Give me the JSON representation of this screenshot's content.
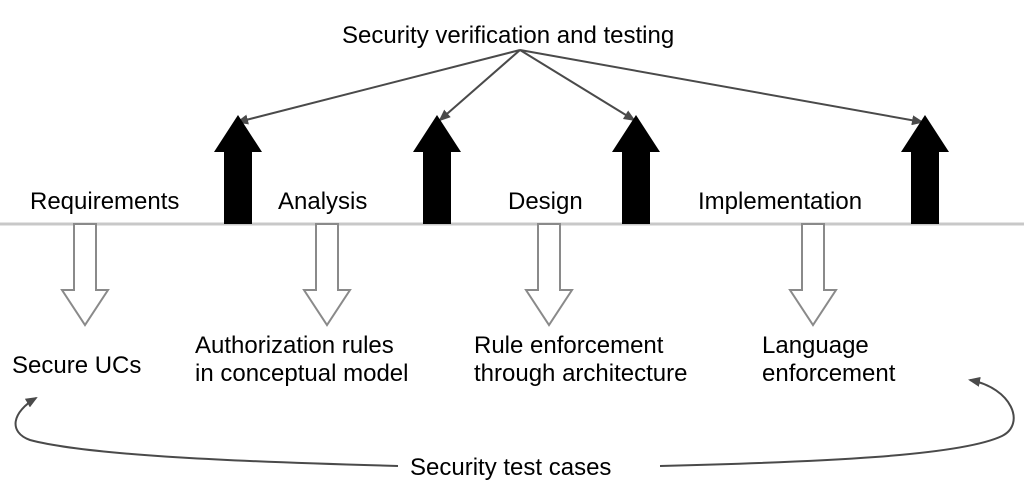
{
  "diagram": {
    "top_label": "Security verification and testing",
    "bottom_label": "Security test cases",
    "phases": [
      {
        "label": "Requirements",
        "output_lines": [
          "Secure UCs"
        ]
      },
      {
        "label": "Analysis",
        "output_lines": [
          "Authorization rules",
          "in conceptual model"
        ]
      },
      {
        "label": "Design",
        "output_lines": [
          "Rule enforcement",
          "through architecture"
        ]
      },
      {
        "label": "Implementation",
        "output_lines": [
          "Language",
          "enforcement"
        ]
      }
    ],
    "colors": {
      "timeline": "#c8c8c8",
      "connector": "#4a4a4a",
      "block_arrow_fill": "#000000",
      "hollow_arrow_stroke": "#8a8a8a",
      "text": "#000000"
    }
  }
}
